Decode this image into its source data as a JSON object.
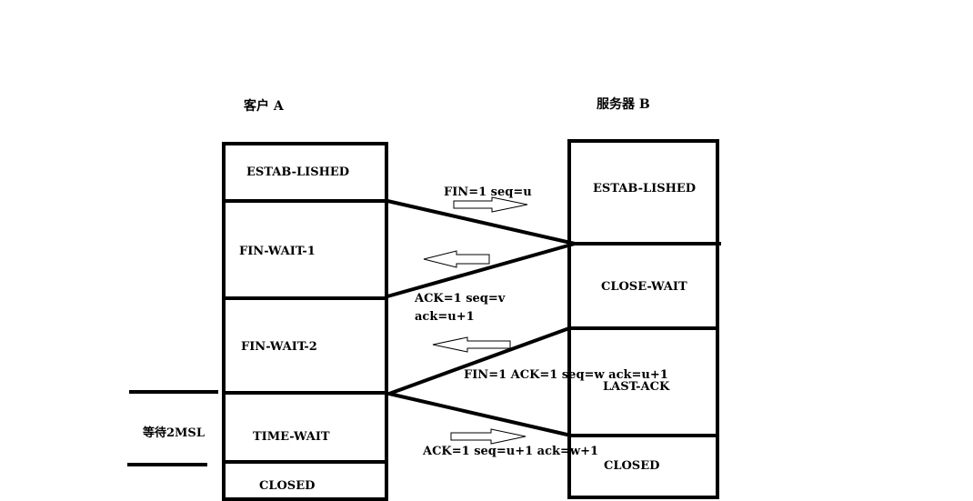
{
  "client": {
    "title": "客户 A",
    "states": [
      "ESTAB-LISHED",
      "FIN-WAIT-1",
      "FIN-WAIT-2",
      "TIME-WAIT",
      "CLOSED"
    ],
    "wait_label": "等待2MSL"
  },
  "server": {
    "title": "服务器 B",
    "states": [
      "ESTAB-LISHED",
      "CLOSE-WAIT",
      "LAST-ACK",
      "CLOSED"
    ]
  },
  "messages": {
    "fin1": "FIN=1  seq=u",
    "ack1_line1": "ACK=1  seq=v",
    "ack1_line2": "ack=u+1",
    "fin2": "FIN=1  ACK=1  seq=w  ack=u+1",
    "ack2": "ACK=1  seq=u+1  ack=w+1"
  }
}
